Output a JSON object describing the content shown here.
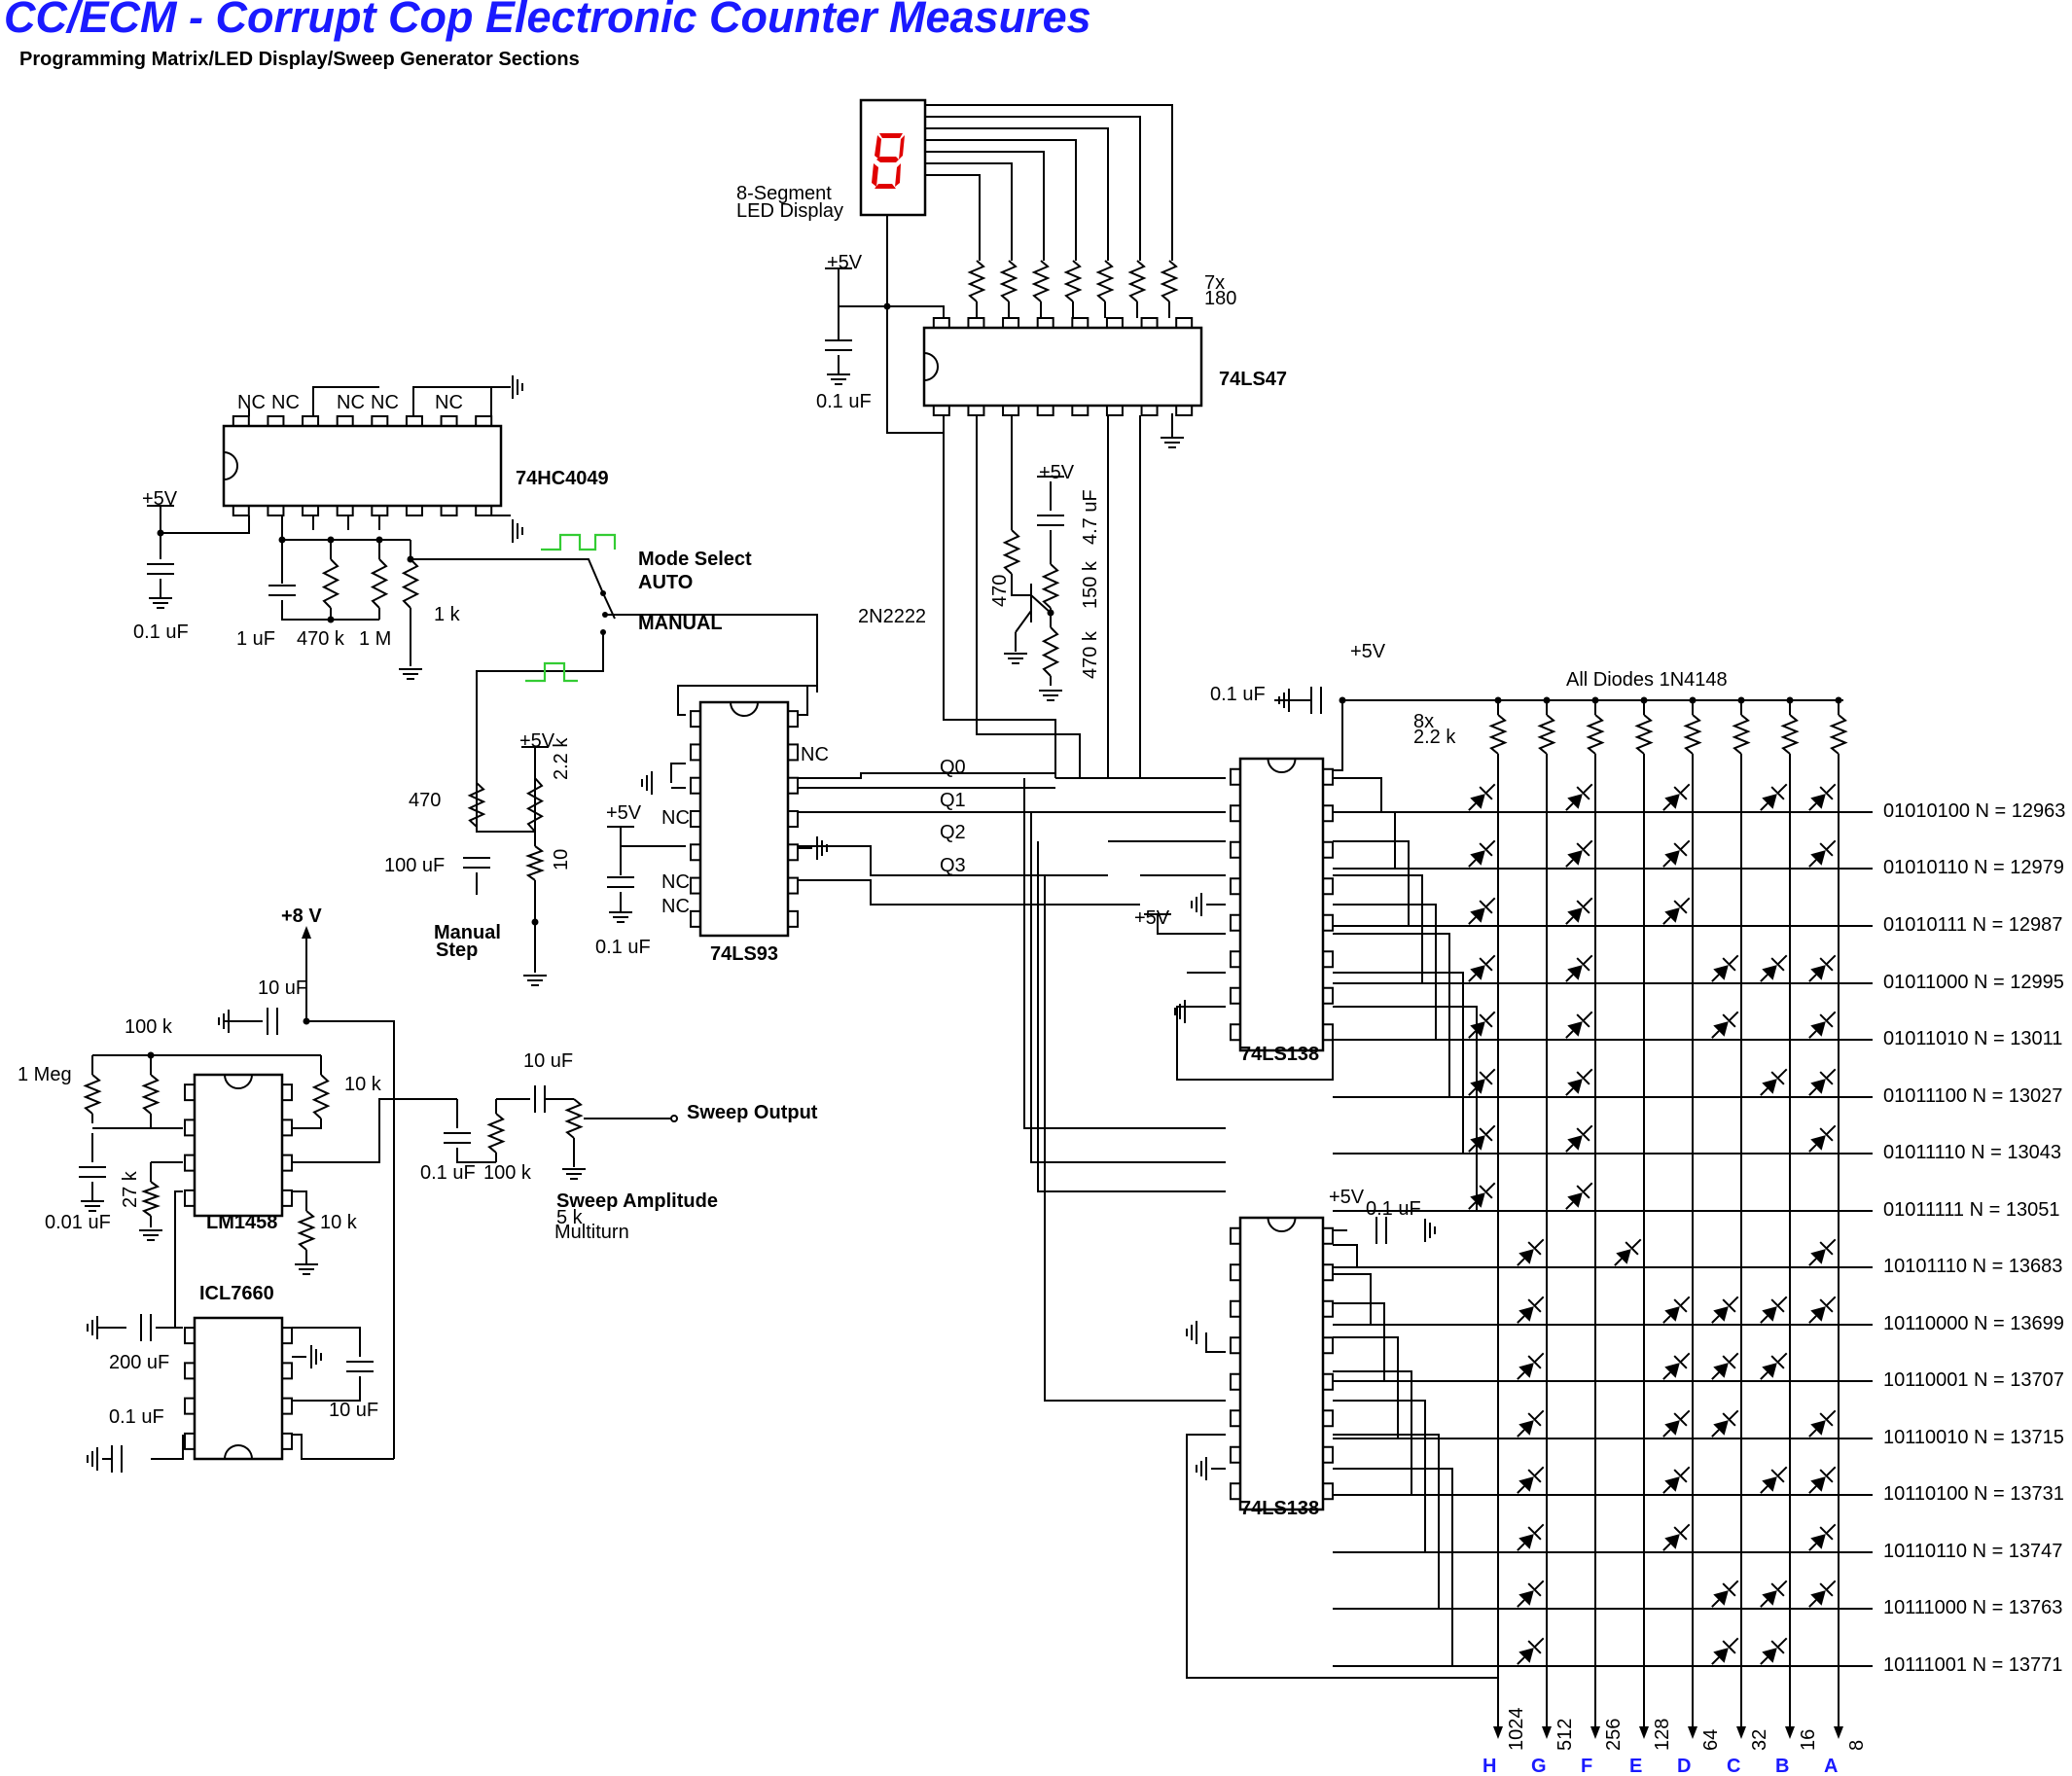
{
  "header": {
    "title": "CC/ECM - Corrupt Cop Electronic Counter Measures",
    "subtitle": "Programming Matrix/LED Display/Sweep Generator Sections"
  },
  "labels": {
    "hc4049": "74HC4049",
    "ls47": "74LS47",
    "ls93": "74LS93",
    "ls138_top": "74LS138",
    "ls138_bot": "74LS138",
    "lm1458": "LM1458",
    "icl7660": "ICL7660",
    "nc": "NC",
    "v5": "+5V",
    "v8": "+8 V",
    "cap_01": "0.1 uF",
    "cap_1": "1 uF",
    "cap_47": "4.7 uF",
    "cap_100": "100 uF",
    "cap_10": "10 uF",
    "cap_001": "0.01 uF",
    "cap_200": "200 uF",
    "r_470k": "470 k",
    "r_1M": "1 M",
    "r_1k": "1 k",
    "r_470": "470",
    "r_22k": "2.2 k",
    "r_10": "10",
    "r_150k": "150 k",
    "r_100k": "100 k",
    "r_1meg": "1 Meg",
    "r_10k": "10 k",
    "r_27k": "27 k",
    "r_7x": "7x",
    "r_180": "180",
    "r_8x": "8x",
    "mode_select": "Mode Select",
    "auto": "AUTO",
    "manual": "MANUAL",
    "manual_step_1": "Manual",
    "manual_step_2": "Step",
    "transistor": "2N2222",
    "led_1": "8-Segment",
    "led_2": "LED Display",
    "led_digit": "8",
    "q0": "Q0",
    "q1": "Q1",
    "q2": "Q2",
    "q3": "Q3",
    "all_diodes": "All Diodes 1N4148",
    "sweep_out": "Sweep Output",
    "sweep_amp": "Sweep Amplitude",
    "sweep_5k": "5 k",
    "sweep_multiturn": "Multiturn"
  },
  "codes": [
    "01010100 N = 12963",
    "01010110 N = 12979",
    "01010111 N = 12987",
    "01011000 N = 12995",
    "01011010 N = 13011",
    "01011100 N = 13027",
    "01011110 N = 13043",
    "01011111 N = 13051",
    "10101110 N = 13683",
    "10110000 N = 13699",
    "10110001 N = 13707",
    "10110010 N = 13715",
    "10110100 N = 13731",
    "10110110 N = 13747",
    "10111000 N = 13763",
    "10111001 N = 13771"
  ],
  "weights": [
    "1024",
    "512",
    "256",
    "128",
    "64",
    "32",
    "16",
    "8"
  ],
  "bits": [
    "H",
    "G",
    "F",
    "E",
    "D",
    "C",
    "B",
    "A"
  ]
}
